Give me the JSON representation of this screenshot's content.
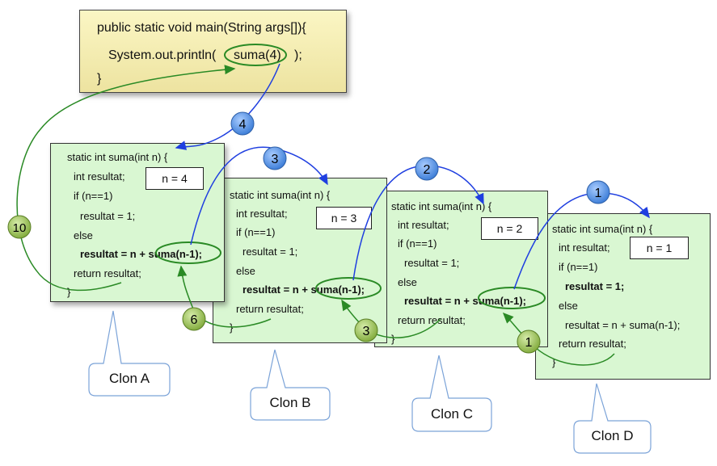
{
  "main_code": {
    "line1": "public static void main(String args[]){",
    "line2_prefix": "System.out.println(",
    "line2_call": "suma(4)",
    "line2_suffix": ");",
    "line3": "}"
  },
  "clones": {
    "a": {
      "label": "Clon A",
      "n_value": "n = 4",
      "lines": [
        "static int suma(int n) {",
        "int resultat;",
        "if (n==1)",
        "resultat = 1;",
        "else",
        "resultat = n + suma(n-1);",
        "return resultat;",
        "}"
      ]
    },
    "b": {
      "label": "Clon B",
      "n_value": "n = 3",
      "lines": [
        "static int suma(int n) {",
        "int resultat;",
        "if (n==1)",
        "resultat = 1;",
        "else",
        "resultat = n + suma(n-1);",
        "return resultat;",
        "}"
      ]
    },
    "c": {
      "label": "Clon C",
      "n_value": "n = 2",
      "lines": [
        "static int suma(int n) {",
        "int resultat;",
        "if (n==1)",
        "resultat = 1;",
        "else",
        "resultat = n + suma(n-1);",
        "return resultat;",
        "}"
      ]
    },
    "d": {
      "label": "Clon D",
      "n_value": "n = 1",
      "lines": [
        "static int suma(int n) {",
        "int resultat;",
        "if (n==1)",
        "resultat = 1;",
        "else",
        "resultat = n + suma(n-1);",
        "return resultat;",
        "}"
      ]
    }
  },
  "call_badges": [
    "4",
    "3",
    "2",
    "1"
  ],
  "return_badges": [
    "10",
    "6",
    "3",
    "1"
  ],
  "colors": {
    "call_arrow": "#1f3fe0",
    "return_arrow": "#2a8a25",
    "call_badge": "#5b9be6",
    "return_badge": "#9cbf5a",
    "clone_bg": "#d9f7d2",
    "main_bg": "#f5eeb6"
  }
}
